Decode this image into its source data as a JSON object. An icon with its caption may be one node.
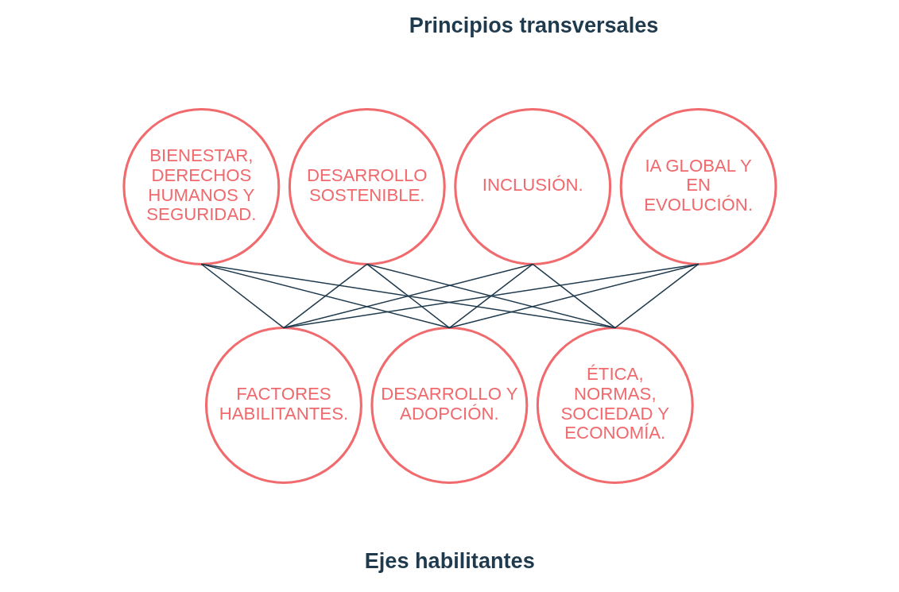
{
  "diagram": {
    "nodes": [
      {
        "text": [
          "BIENESTAR, DERECHOS HUMANOS Y SEGURIDAD."
        ]
      },
      {
        "text": [
          "DESARROLLO SOSTENIBLE."
        ]
      },
      {
        "text": [
          "INCLUSIÓN."
        ]
      },
      {
        "text": [
          "IA GLOBAL Y EN EVOLUCIÓN."
        ]
      },
      {
        "text": [
          "FACTORES HABILITANTES."
        ]
      },
      {
        "text": [
          "DESARROLLO Y ADOPCIÓN."
        ]
      },
      {
        "text": [
          "ÉTICA, NORMAS, SOCIEDAD Y ECONOMÍA."
        ]
      }
    ],
    "edges": [
      {
        "from": 0,
        "to": 4,
        "arrow": "none"
      },
      {
        "from": 0,
        "to": 5,
        "arrow": "none"
      },
      {
        "from": 0,
        "to": 6,
        "arrow": "none"
      },
      {
        "from": 1,
        "to": 4,
        "arrow": "none"
      },
      {
        "from": 1,
        "to": 5,
        "arrow": "none"
      },
      {
        "from": 1,
        "to": 6,
        "arrow": "none"
      },
      {
        "from": 2,
        "to": 4,
        "arrow": "none"
      },
      {
        "from": 2,
        "to": 5,
        "arrow": "none"
      },
      {
        "from": 2,
        "to": 6,
        "arrow": "none"
      },
      {
        "from": 3,
        "to": 4,
        "arrow": "none"
      },
      {
        "from": 3,
        "to": 5,
        "arrow": "none"
      },
      {
        "from": 3,
        "to": 6,
        "arrow": "none"
      }
    ],
    "labels": [
      "Principios transversales",
      "Ejes habilitantes"
    ]
  }
}
